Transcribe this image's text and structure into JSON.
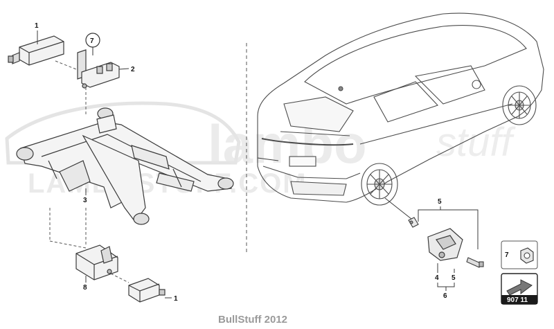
{
  "callouts": {
    "c1_top": "1",
    "c2": "2",
    "c3": "3",
    "c7_circle": "7",
    "c8": "8",
    "c1_bottom": "1",
    "c5": "5",
    "c4": "4",
    "c5_lower": "5",
    "c6": "6"
  },
  "legend": {
    "item_number": "7",
    "page_code": "907 11"
  },
  "watermark": {
    "brand_line1": "lambo",
    "brand_line2": "LAMBOSTUFF.COM",
    "brand_script": "stuff"
  },
  "footer": {
    "caption": "BullStuff 2012"
  },
  "colors": {
    "line": "#3a3a3a",
    "part_fill": "#f2f2f2",
    "watermark": "#c9c9c9",
    "footer_text": "#9a9a9a",
    "badge_fill": "#1a1a1a"
  }
}
